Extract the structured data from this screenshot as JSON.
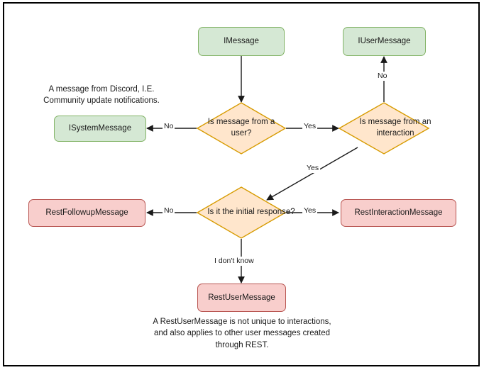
{
  "diagram": {
    "title": "Discord message type decision flowchart",
    "colors": {
      "green_fill": "#d5e8d4",
      "green_border": "#82b366",
      "pink_fill": "#f8cecc",
      "pink_border": "#b85450",
      "orange_fill": "#ffe6cc",
      "orange_border": "#d79b00",
      "edge": "#1a1a1a",
      "frame": "#000000",
      "background": "#ffffff"
    },
    "nodes": {
      "imessage": "IMessage",
      "iusermessage": "IUserMessage",
      "isystemmessage": "ISystemMessage",
      "decision_user": "Is message from a user?",
      "decision_interaction": "Is message from an interaction",
      "decision_initial": "Is it the initial response?",
      "restfollowupmessage": "RestFollowupMessage",
      "restinteractionmessage": "RestInteractionMessage",
      "restusermessage": "RestUserMessage"
    },
    "edge_labels": {
      "user_no": "No",
      "user_yes": "Yes",
      "interaction_no": "No",
      "interaction_yes": "Yes",
      "initial_no": "No",
      "initial_yes": "Yes",
      "initial_unknown": "I don't know"
    },
    "notes": {
      "system_message": "A message from Discord, I.E.\nCommunity update notifications.",
      "rest_user_message": "A RestUserMessage is not unique to interactions,\nand also applies to other user messages created\nthrough REST."
    }
  }
}
